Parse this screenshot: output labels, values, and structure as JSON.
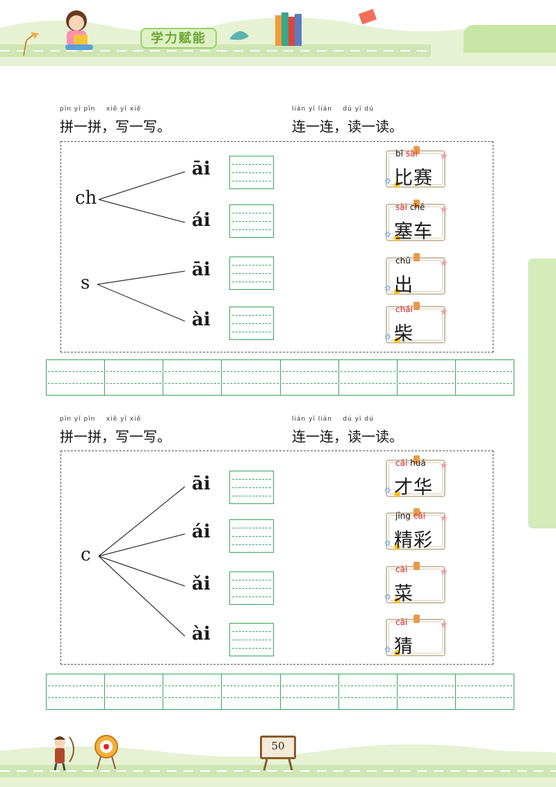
{
  "header": {
    "brand_line1": "小学必备",
    "brand_line2": "学力赋能"
  },
  "sections": [
    {
      "left_instruction": {
        "pinyin": "pīn yī pīn    xiě yī xiě",
        "text": "拼一拼，写一写。"
      },
      "right_instruction": {
        "pinyin": "lián yī lián    dú yī dú",
        "text": "连一连，读一读。"
      },
      "groups": [
        {
          "initial": "ch",
          "finals": [
            "āi",
            "ái"
          ]
        },
        {
          "initial": "s",
          "finals": [
            "āi",
            "ài"
          ]
        }
      ],
      "cards": [
        {
          "pinyin": [
            {
              "t": "bǐ ",
              "c": "b"
            },
            {
              "t": "sài",
              "c": "r"
            }
          ],
          "hanzi": "比赛"
        },
        {
          "pinyin": [
            {
              "t": "sài ",
              "c": "r"
            },
            {
              "t": "chē",
              "c": "b"
            }
          ],
          "hanzi": "塞车"
        },
        {
          "pinyin": [
            {
              "t": "chū",
              "c": "b"
            }
          ],
          "hanzi": "出"
        },
        {
          "pinyin": [
            {
              "t": "chái",
              "c": "r"
            }
          ],
          "hanzi": "柴"
        }
      ]
    },
    {
      "left_instruction": {
        "pinyin": "pīn yī pīn    xiě yī xiě",
        "text": "拼一拼，写一写。"
      },
      "right_instruction": {
        "pinyin": "lián yī lián    dú yī dú",
        "text": "连一连，读一读。"
      },
      "groups": [
        {
          "initial": "c",
          "finals": [
            "āi",
            "ái",
            "ǎi",
            "ài"
          ]
        }
      ],
      "cards": [
        {
          "pinyin": [
            {
              "t": "cái ",
              "c": "r"
            },
            {
              "t": "huá",
              "c": "b"
            }
          ],
          "hanzi": "才华"
        },
        {
          "pinyin": [
            {
              "t": "jīng ",
              "c": "b"
            },
            {
              "t": "cǎi",
              "c": "r"
            }
          ],
          "hanzi": "精彩"
        },
        {
          "pinyin": [
            {
              "t": "cài",
              "c": "r"
            }
          ],
          "hanzi": "菜"
        },
        {
          "pinyin": [
            {
              "t": "cāi",
              "c": "r"
            }
          ],
          "hanzi": "猜"
        }
      ]
    }
  ],
  "footer": {
    "page_number": "50"
  },
  "colors": {
    "grid_green": "#3aa55a",
    "pinyin_red": "#d9262c",
    "band_green": "#d4ebba"
  }
}
